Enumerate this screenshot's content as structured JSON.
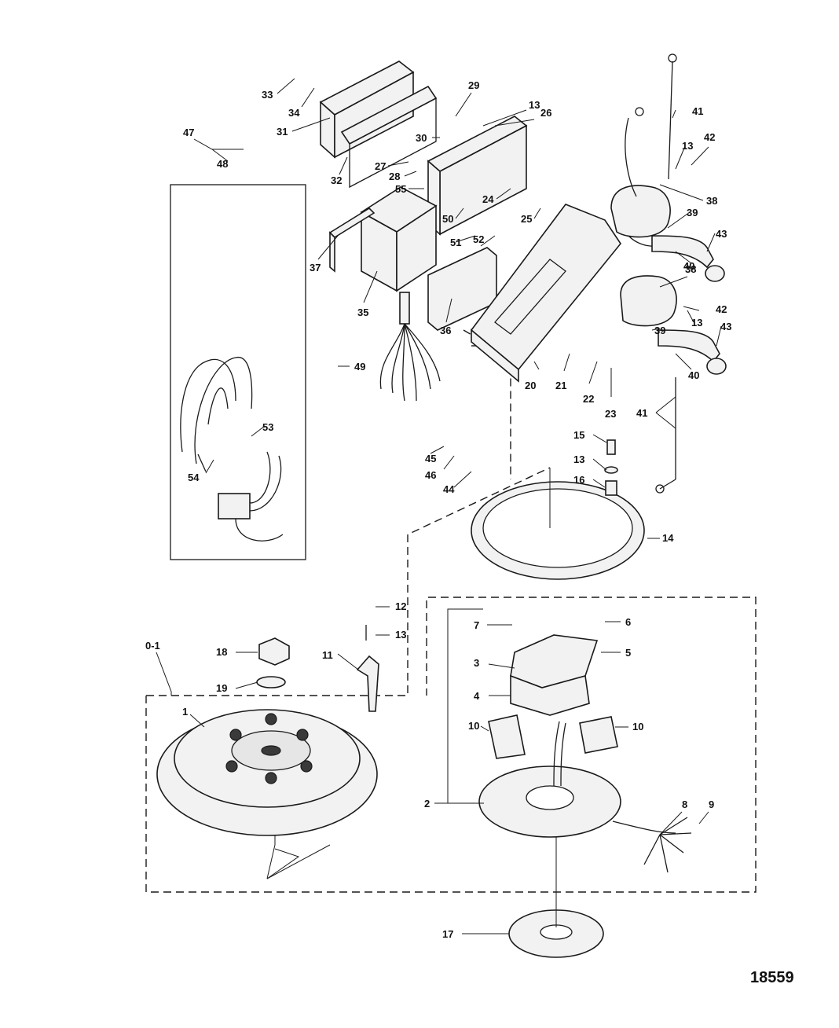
{
  "diagram": {
    "drawing_number": "18559",
    "labels": {
      "l33": "33",
      "l34": "34",
      "l31": "31",
      "l32": "32",
      "l29": "29",
      "l13a": "13",
      "l26": "26",
      "l30": "30",
      "l27": "27",
      "l28": "28",
      "l55": "55",
      "l24": "24",
      "l25": "25",
      "l50": "50",
      "l51": "51",
      "l52": "52",
      "l47": "47",
      "l48": "48",
      "l37": "37",
      "l35": "35",
      "l36": "36",
      "l41a": "41",
      "l42a": "42",
      "l13b": "13",
      "l38a": "38",
      "l39a": "39",
      "l43a": "43",
      "l40a": "40",
      "l38b": "38",
      "l42b": "42",
      "l13c": "13",
      "l43b": "43",
      "l39b": "39",
      "l40b": "40",
      "l49": "49",
      "l20": "20",
      "l21": "21",
      "l22": "22",
      "l23": "23",
      "l41b": "41",
      "l53": "53",
      "l54": "54",
      "l45": "45",
      "l46": "46",
      "l44": "44",
      "l15": "15",
      "l13d": "13",
      "l16": "16",
      "l14": "14",
      "l12": "12",
      "l13e": "13",
      "l11": "11",
      "l18": "18",
      "l19": "19",
      "l01": "0-1",
      "l1": "1",
      "l7": "7",
      "l6": "6",
      "l5": "5",
      "l3": "3",
      "l4": "4",
      "l10a": "10",
      "l10b": "10",
      "l2": "2",
      "l8": "8",
      "l9": "9",
      "l17": "17"
    }
  }
}
